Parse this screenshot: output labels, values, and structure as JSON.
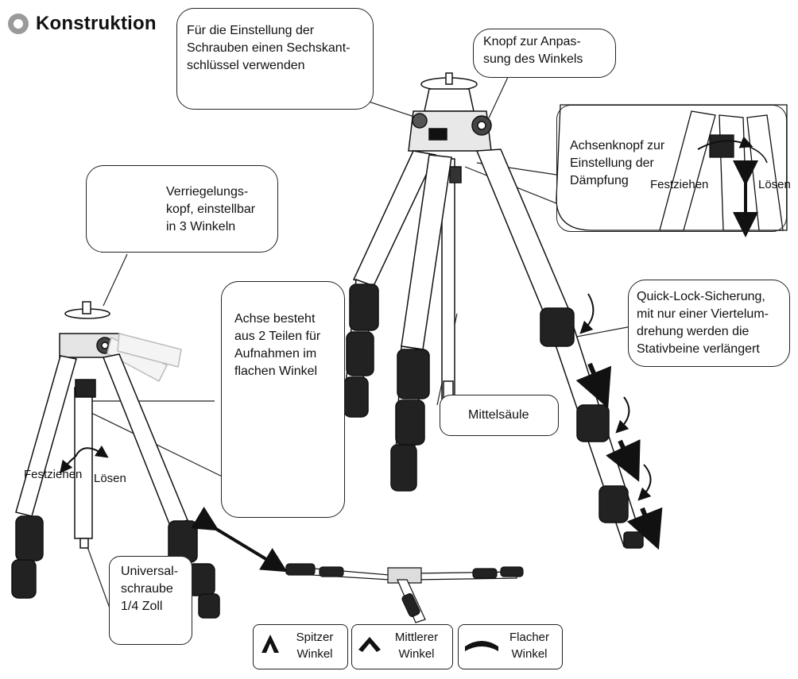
{
  "title": "Konstruktion",
  "callouts": {
    "hex_key": "Für die Einstellung der\nSchrauben einen Sechskant-\nschlüssel verwenden",
    "angle_knob": "Knopf zur Anpas-\nsung des Winkels",
    "axis_knob": "Achsenknopf zur\nEinstellung der\nDämpfung",
    "locking_head": "Verriegelungs-\nkopf, einstellbar\nin 3 Winkeln",
    "two_part_axis": "Achse besteht\naus 2 Teilen für\nAufnahmen im\nflachen Winkel",
    "quick_lock": "Quick-Lock-Sicherung,\nmit nur einer Viertelum-\ndrehung werden die\nStativbeine verlängert",
    "center_column": "Mittelsäule",
    "universal_screw": "Universal-\nschraube\n1/4 Zoll"
  },
  "labels": {
    "tighten_right": "Festziehen",
    "loosen_right": "Lösen",
    "tighten_left": "Festziehen",
    "loosen_left": "Lösen"
  },
  "angles": [
    {
      "label": "Spitzer\nWinkel",
      "icon": "acute-angle-icon"
    },
    {
      "label": "Mittlerer\nWinkel",
      "icon": "medium-angle-icon"
    },
    {
      "label": "Flacher\nWinkel",
      "icon": "flat-angle-icon"
    }
  ]
}
